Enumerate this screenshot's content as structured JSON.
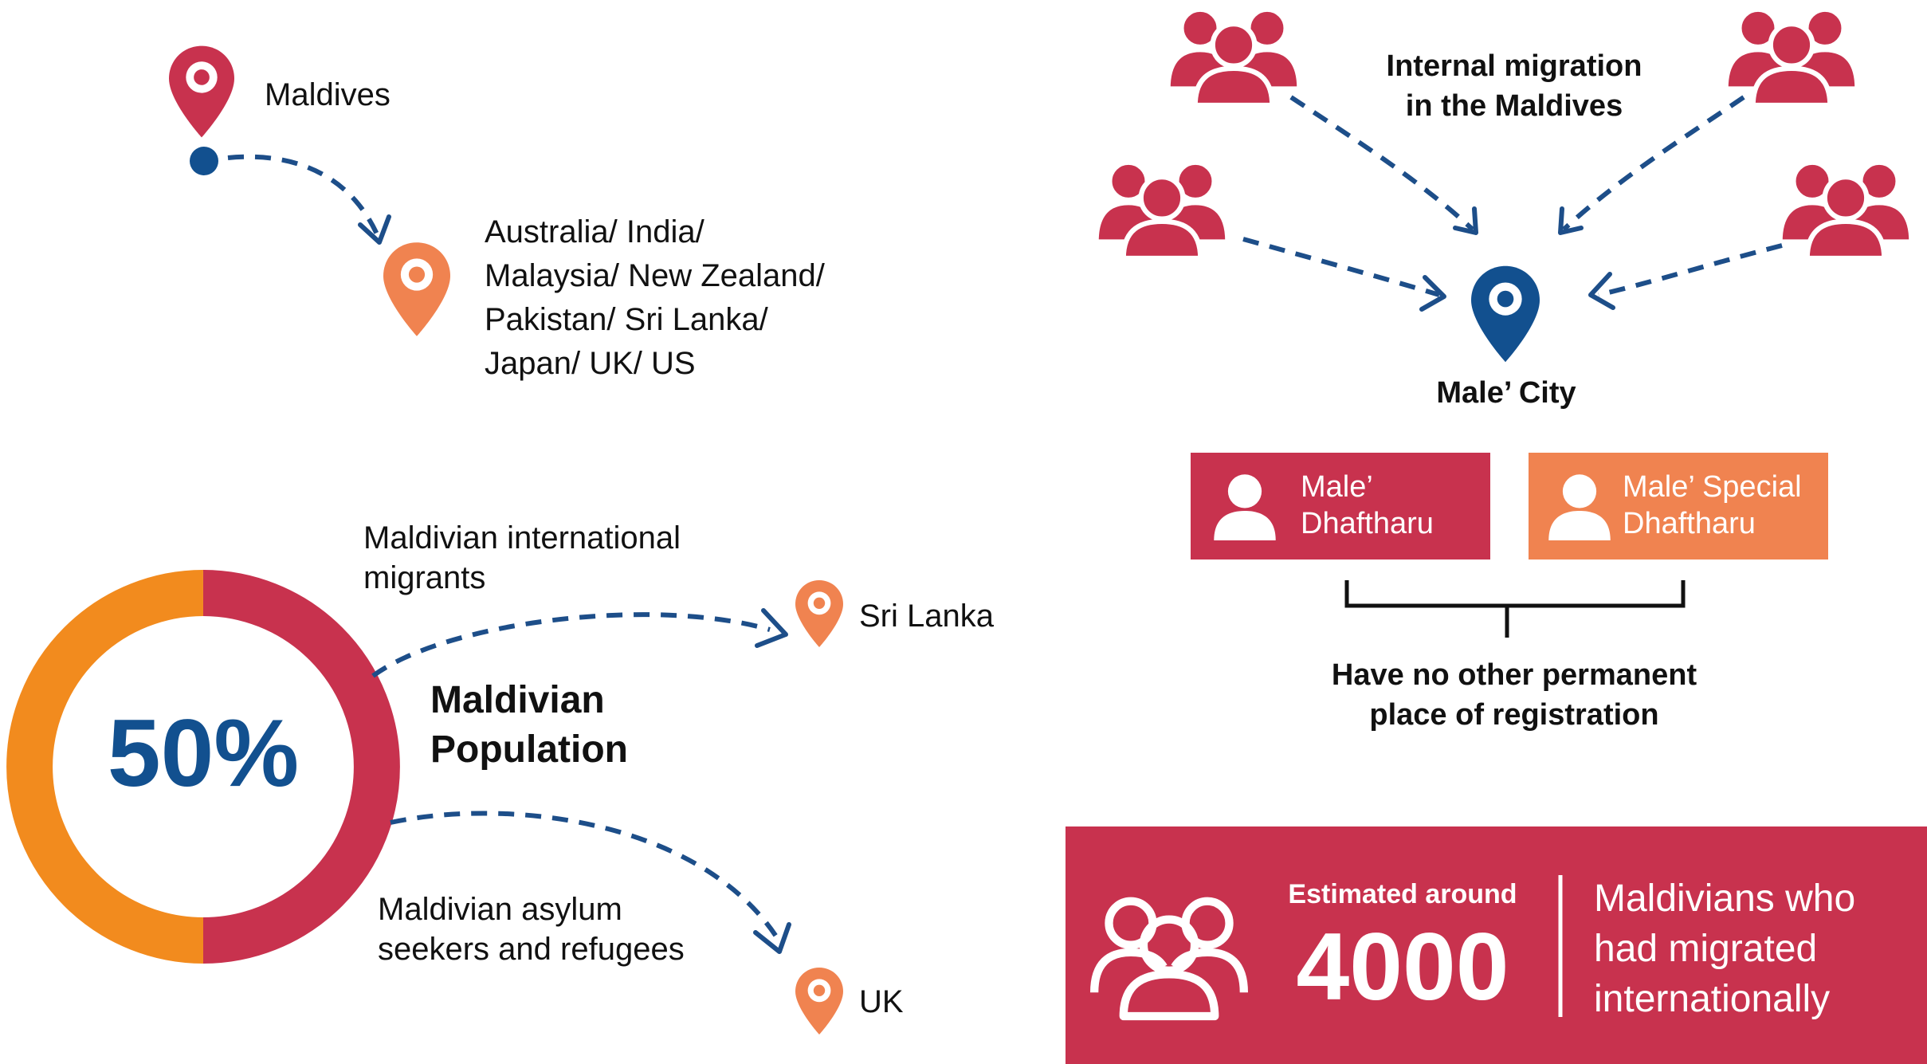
{
  "colors": {
    "crimson": "#c8324e",
    "orange": "#f08350",
    "donut_orange": "#f28b1e",
    "navy": "#12508f",
    "arrow": "#1d4e89",
    "text": "#111111",
    "white": "#ffffff"
  },
  "icons": {
    "pin": "map-pin-icon",
    "dot": "location-dot-icon",
    "group": "people-group-icon",
    "person": "person-icon"
  },
  "left_top": {
    "origin_label": "Maldives",
    "destinations": [
      "Australia/ India/",
      "Malaysia/ New Zealand/",
      "Pakistan/ Sri Lanka/",
      "Japan/ UK/ US"
    ]
  },
  "left_bottom": {
    "percent": "50%",
    "share": 0.5,
    "population_title": [
      "Maldivian",
      "Population"
    ],
    "migrants_label": [
      "Maldivian international",
      "migrants"
    ],
    "migrants_destination": "Sri Lanka",
    "asylum_label": [
      "Maldivian asylum",
      "seekers and refugees"
    ],
    "asylum_destination": "UK"
  },
  "right_top": {
    "title": [
      "Internal migration",
      "in the Maldives"
    ],
    "city_label": "Male’ City",
    "box_left": [
      "Male’",
      "Dhaftharu"
    ],
    "box_right": [
      "Male’ Special",
      "Dhaftharu"
    ],
    "note": [
      "Have no other permanent",
      "place of registration"
    ]
  },
  "banner": {
    "estimate_label": "Estimated around",
    "number": "4000",
    "description": [
      "Maldivians who",
      "had migrated",
      "internationally"
    ]
  }
}
